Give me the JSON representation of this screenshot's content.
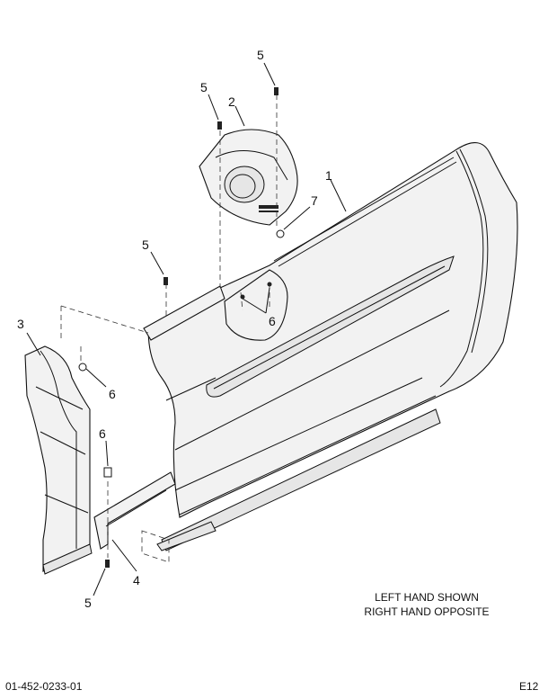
{
  "callouts": [
    {
      "id": "c5a",
      "label": "5"
    },
    {
      "id": "c5b",
      "label": "5"
    },
    {
      "id": "c2",
      "label": "2"
    },
    {
      "id": "c1",
      "label": "1"
    },
    {
      "id": "c7",
      "label": "7"
    },
    {
      "id": "c5c",
      "label": "5"
    },
    {
      "id": "c6a",
      "label": "6"
    },
    {
      "id": "c3",
      "label": "3"
    },
    {
      "id": "c6b",
      "label": "6"
    },
    {
      "id": "c6c",
      "label": "6"
    },
    {
      "id": "c4",
      "label": "4"
    },
    {
      "id": "c5d",
      "label": "5"
    }
  ],
  "note": {
    "line1": "LEFT HAND SHOWN",
    "line2": "RIGHT HAND OPPOSITE"
  },
  "footer": {
    "part_number": "01-452-0233-01",
    "page_code": "E12"
  }
}
